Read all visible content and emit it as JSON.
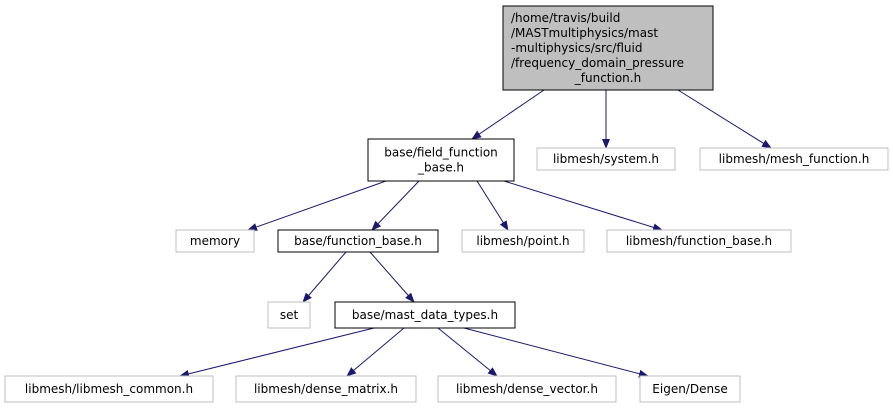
{
  "colors": {
    "edge": "#191970",
    "root_fill": "#bfbfbf",
    "local_border": "#000000",
    "external_border": "#bfbfbf",
    "text": "#000000"
  },
  "nodes": {
    "root": {
      "lines": [
        "/home/travis/build",
        "/MASTmultiphysics/mast",
        "-multiphysics/src/fluid",
        "/frequency_domain_pressure",
        "_function.h"
      ],
      "kind": "root"
    },
    "field_function_base": {
      "lines": [
        "base/field_function",
        "_base.h"
      ],
      "kind": "local"
    },
    "system": {
      "lines": [
        "libmesh/system.h"
      ],
      "kind": "external"
    },
    "mesh_function": {
      "lines": [
        "libmesh/mesh_function.h"
      ],
      "kind": "external"
    },
    "memory": {
      "lines": [
        "memory"
      ],
      "kind": "external"
    },
    "function_base": {
      "lines": [
        "base/function_base.h"
      ],
      "kind": "local"
    },
    "point": {
      "lines": [
        "libmesh/point.h"
      ],
      "kind": "external"
    },
    "libmesh_function_base": {
      "lines": [
        "libmesh/function_base.h"
      ],
      "kind": "external"
    },
    "set": {
      "lines": [
        "set"
      ],
      "kind": "external"
    },
    "mast_data_types": {
      "lines": [
        "base/mast_data_types.h"
      ],
      "kind": "local"
    },
    "libmesh_common": {
      "lines": [
        "libmesh/libmesh_common.h"
      ],
      "kind": "external"
    },
    "dense_matrix": {
      "lines": [
        "libmesh/dense_matrix.h"
      ],
      "kind": "external"
    },
    "dense_vector": {
      "lines": [
        "libmesh/dense_vector.h"
      ],
      "kind": "external"
    },
    "eigen_dense": {
      "lines": [
        "Eigen/Dense"
      ],
      "kind": "external"
    }
  },
  "edges": [
    [
      "root",
      "field_function_base"
    ],
    [
      "root",
      "system"
    ],
    [
      "root",
      "mesh_function"
    ],
    [
      "field_function_base",
      "memory"
    ],
    [
      "field_function_base",
      "function_base"
    ],
    [
      "field_function_base",
      "point"
    ],
    [
      "field_function_base",
      "libmesh_function_base"
    ],
    [
      "function_base",
      "set"
    ],
    [
      "function_base",
      "mast_data_types"
    ],
    [
      "mast_data_types",
      "libmesh_common"
    ],
    [
      "mast_data_types",
      "dense_matrix"
    ],
    [
      "mast_data_types",
      "dense_vector"
    ],
    [
      "mast_data_types",
      "eigen_dense"
    ]
  ]
}
